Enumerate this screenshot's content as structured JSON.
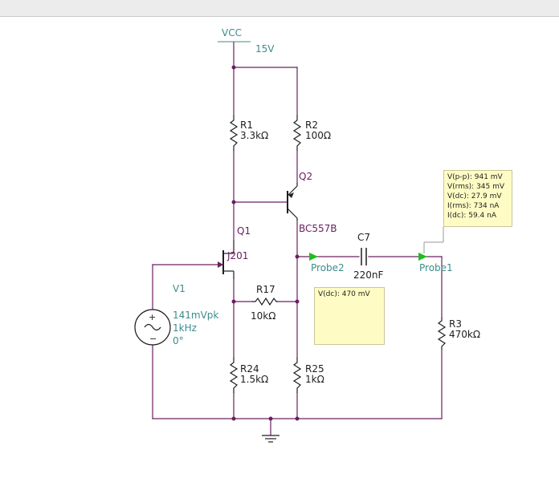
{
  "schematic": {
    "vcc": {
      "name": "VCC",
      "voltage": "15V"
    },
    "r1": {
      "name": "R1",
      "value": "3.3kΩ"
    },
    "r2": {
      "name": "R2",
      "value": "100Ω"
    },
    "q2": {
      "name": "Q2",
      "model": "BC557B"
    },
    "q1": {
      "name": "Q1",
      "model": "J201"
    },
    "c7": {
      "name": "C7",
      "value": "220nF"
    },
    "r17": {
      "name": "R17",
      "value": "10kΩ"
    },
    "r3": {
      "name": "R3",
      "value": "470kΩ"
    },
    "r24": {
      "name": "R24",
      "value": "1.5kΩ"
    },
    "r25": {
      "name": "R25",
      "value": "1kΩ"
    },
    "v1": {
      "name": "V1",
      "amplitude": "141mVpk",
      "frequency": "1kHz",
      "phase": "0°"
    },
    "probe1": {
      "label": "Probe1",
      "readings": [
        "V(p-p): 941 mV",
        "V(rms): 345 mV",
        "V(dc): 27.9 mV",
        "I(rms): 734 nA",
        "I(dc): 59.4 nA"
      ]
    },
    "probe2": {
      "label": "Probe2",
      "readings": [
        "V(dc): 470 mV"
      ]
    }
  },
  "colors": {
    "wire": "#6a2060",
    "label_teal": "#3c8c8c",
    "probe_arrow": "#22bb22",
    "probe_box": "#fefcc4"
  }
}
